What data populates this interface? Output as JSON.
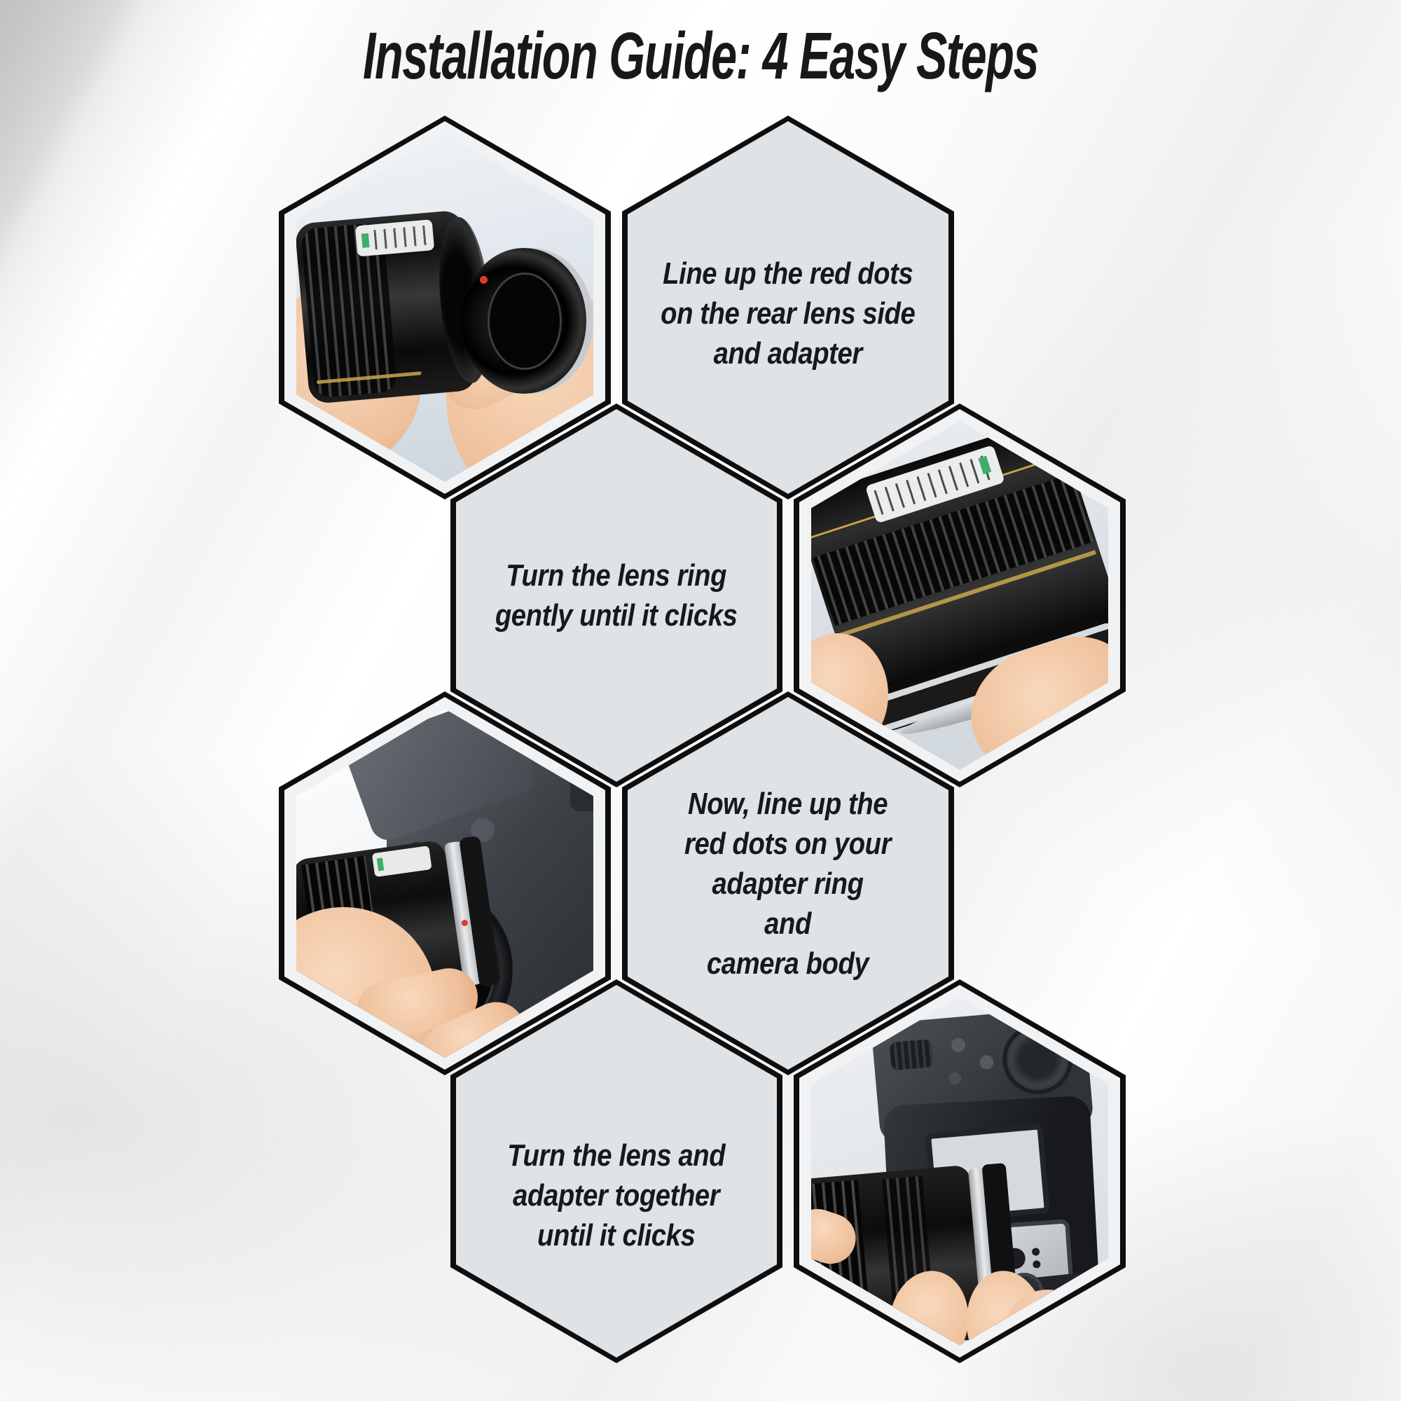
{
  "title": "Installation Guide: 4 Easy Steps",
  "instructions": [
    {
      "lines": [
        "Line up the red dots",
        "on the rear lens side",
        "and adapter"
      ]
    },
    {
      "lines": [
        "Turn the lens ring",
        "gently until it clicks"
      ]
    },
    {
      "lines": [
        "Now, line up the",
        "red dots on your",
        "adapter ring",
        "and",
        "camera body"
      ]
    },
    {
      "lines": [
        "Turn the lens and",
        "adapter together",
        "until it clicks"
      ]
    }
  ],
  "colors": {
    "hex_tile_fill": "#dfe3e6",
    "hex_border": "#0e0e0f",
    "instruction_text": "#17181a",
    "title_text": "#17181a",
    "red_dot_accent": "#e23b2e",
    "background_base": "#fdfdfd"
  }
}
